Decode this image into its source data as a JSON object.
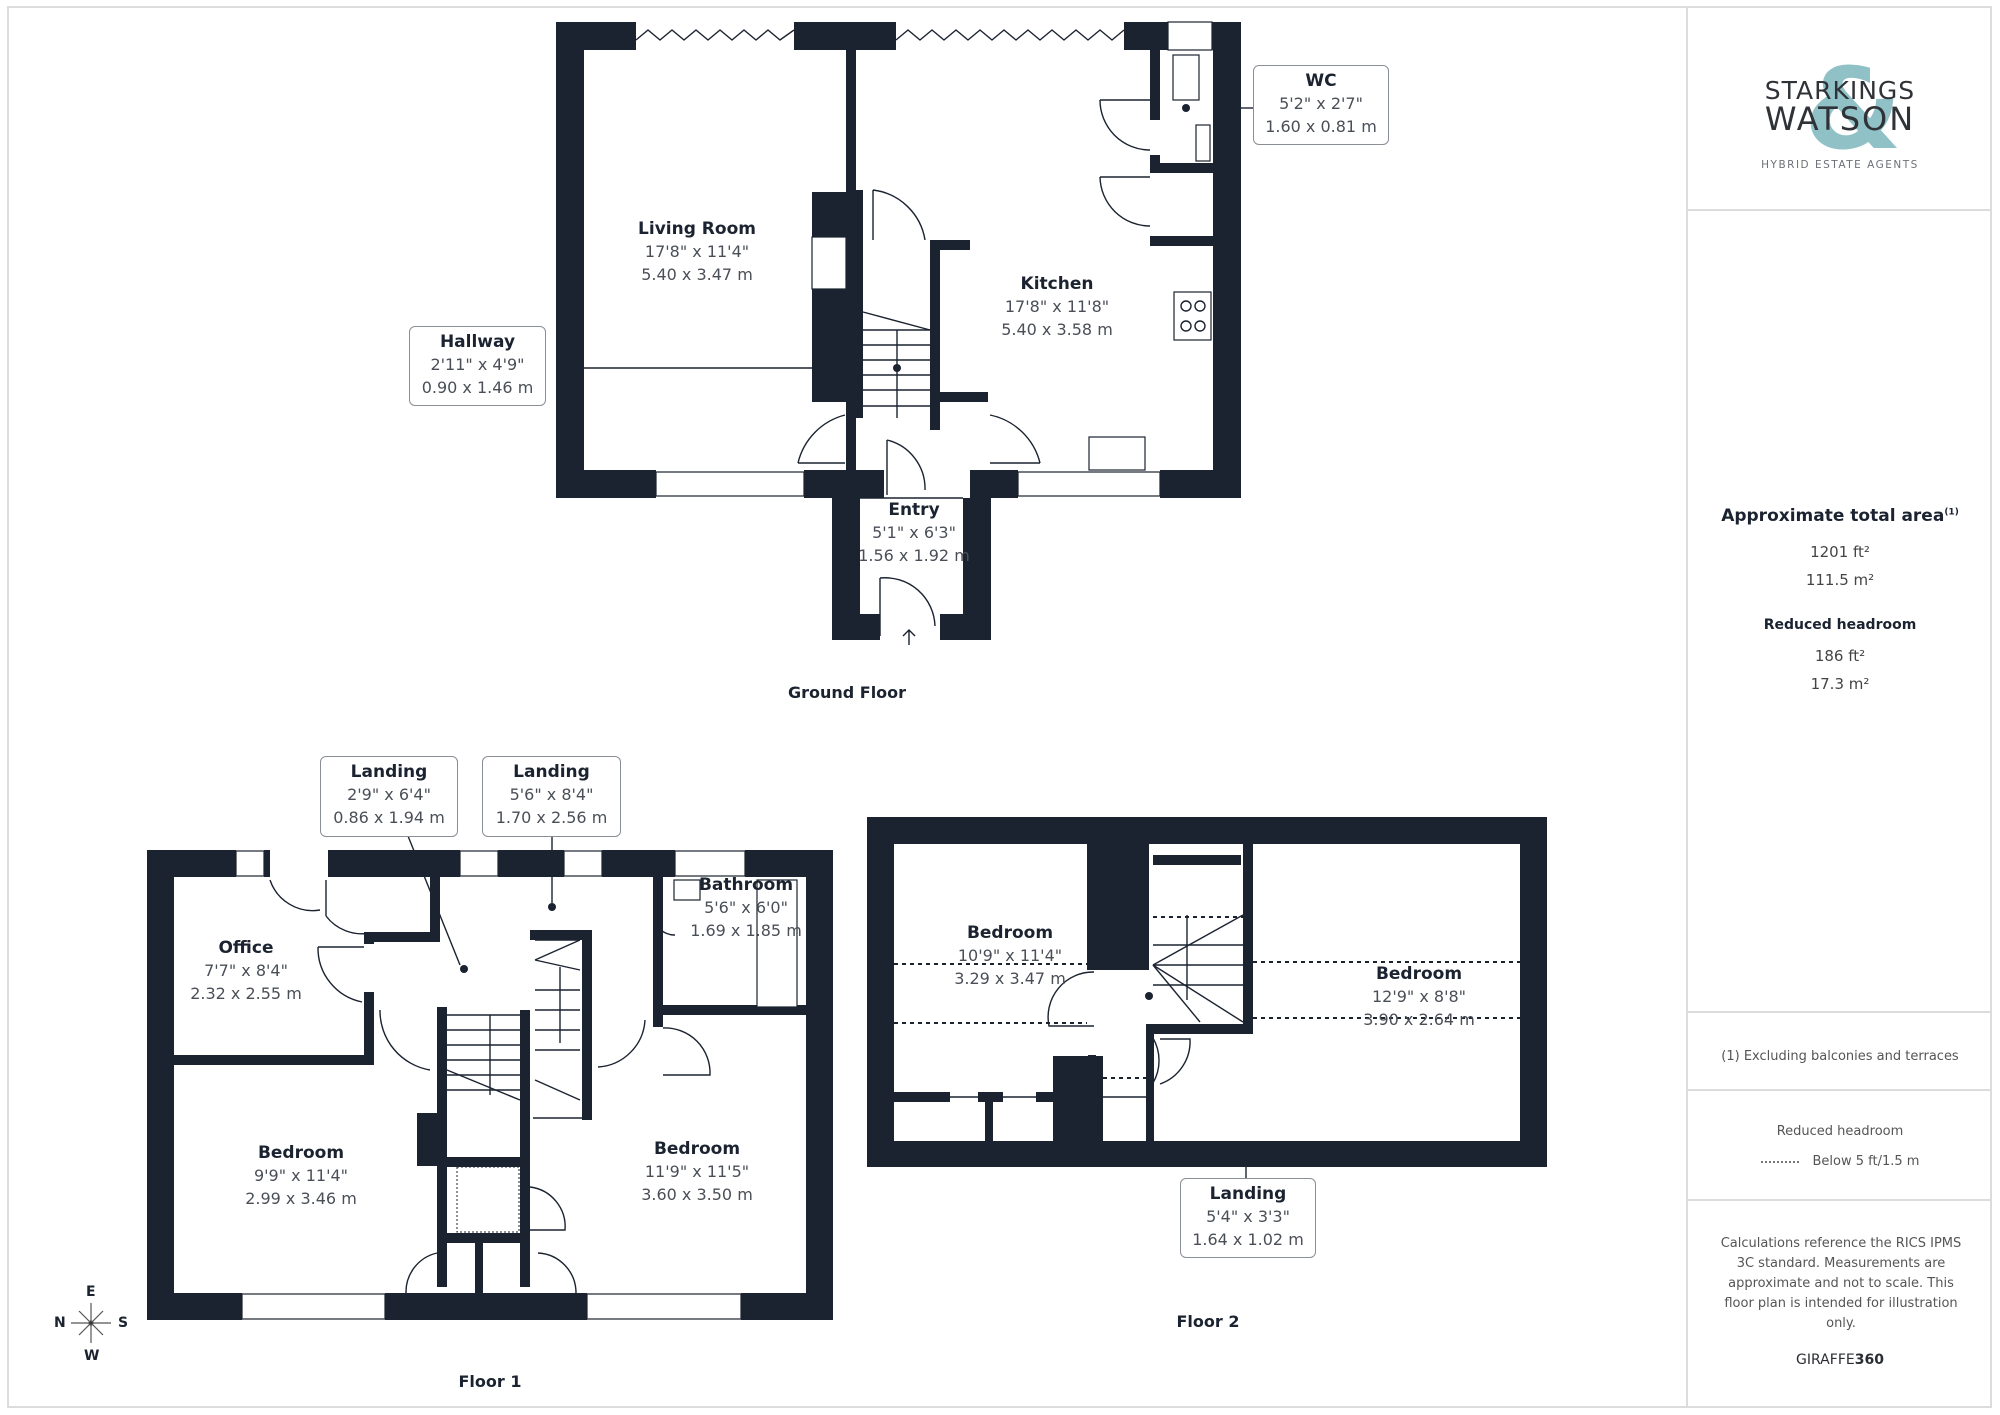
{
  "brand": {
    "line1": "STARKINGS",
    "line2": "WATSON",
    "ampersand": "&",
    "tagline": "HYBRID ESTATE AGENTS",
    "accent_color": "#8fc1c6"
  },
  "summary": {
    "approx_total_area_label": "Approximate total area",
    "approx_total_area_footnote": "(1)",
    "total_ft2": "1201 ft²",
    "total_m2": "111.5 m²",
    "reduced_headroom_label": "Reduced headroom",
    "reduced_ft2": "186 ft²",
    "reduced_m2": "17.3 m²"
  },
  "footnote": "(1) Excluding balconies and terraces",
  "legend": {
    "title": "Reduced headroom",
    "item_label": "Below 5 ft/1.5 m"
  },
  "disclaimer": "Calculations reference the RICS IPMS 3C standard. Measurements are approximate and not to scale. This floor plan is intended for illustration only.",
  "credit": {
    "prefix": "GIRAFFE",
    "suffix": "360"
  },
  "compass": {
    "top": "E",
    "left": "N",
    "right": "S",
    "bottom": "W"
  },
  "floors": {
    "ground": {
      "label": "Ground Floor",
      "rooms": {
        "living_room": {
          "name": "Living Room",
          "imperial": "17'8\" x 11'4\"",
          "metric": "5.40 x 3.47 m"
        },
        "kitchen": {
          "name": "Kitchen",
          "imperial": "17'8\" x 11'8\"",
          "metric": "5.40 x 3.58 m"
        },
        "entry": {
          "name": "Entry",
          "imperial": "5'1\" x 6'3\"",
          "metric": "1.56 x 1.92 m"
        },
        "hallway": {
          "name": "Hallway",
          "imperial": "2'11\" x 4'9\"",
          "metric": "0.90 x 1.46 m"
        },
        "wc": {
          "name": "WC",
          "imperial": "5'2\" x 2'7\"",
          "metric": "1.60 x 0.81 m"
        }
      }
    },
    "floor1": {
      "label": "Floor 1",
      "rooms": {
        "landing_a": {
          "name": "Landing",
          "imperial": "2'9\" x 6'4\"",
          "metric": "0.86 x 1.94 m"
        },
        "landing_b": {
          "name": "Landing",
          "imperial": "5'6\" x 8'4\"",
          "metric": "1.70 x 2.56 m"
        },
        "bathroom": {
          "name": "Bathroom",
          "imperial": "5'6\" x 6'0\"",
          "metric": "1.69 x 1.85 m"
        },
        "office": {
          "name": "Office",
          "imperial": "7'7\" x 8'4\"",
          "metric": "2.32 x 2.55 m"
        },
        "bedroom_left": {
          "name": "Bedroom",
          "imperial": "9'9\" x 11'4\"",
          "metric": "2.99 x 3.46 m"
        },
        "bedroom_right": {
          "name": "Bedroom",
          "imperial": "11'9\" x 11'5\"",
          "metric": "3.60 x 3.50 m"
        }
      }
    },
    "floor2": {
      "label": "Floor 2",
      "rooms": {
        "bedroom_left": {
          "name": "Bedroom",
          "imperial": "10'9\" x 11'4\"",
          "metric": "3.29 x 3.47 m"
        },
        "bedroom_right": {
          "name": "Bedroom",
          "imperial": "12'9\" x 8'8\"",
          "metric": "3.90 x 2.64 m"
        },
        "landing": {
          "name": "Landing",
          "imperial": "5'4\" x 3'3\"",
          "metric": "1.64 x 1.02 m"
        }
      }
    }
  }
}
